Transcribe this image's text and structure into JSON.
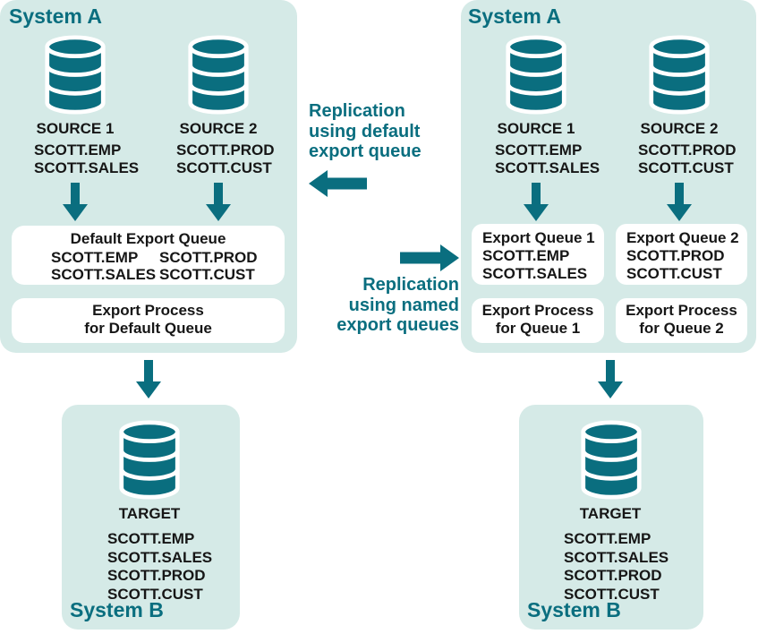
{
  "colors": {
    "teal": "#0a6e7f",
    "panel_bg": "#d5eae7",
    "box_bg": "#ffffff",
    "text_dark": "#161616"
  },
  "icons": {
    "database": "database-cylinder-icon",
    "arrow_down": "block-arrow-down-icon",
    "arrow_left": "block-arrow-left-icon",
    "arrow_right": "block-arrow-right-icon"
  },
  "center": {
    "default_label_lines": [
      "Replication",
      "using default",
      "export queue"
    ],
    "named_label_lines": [
      "Replication",
      "using named",
      "export queues"
    ]
  },
  "left_diagram": {
    "system_a": {
      "label": "System A",
      "sources": [
        {
          "name": "SOURCE 1",
          "tables": [
            "SCOTT.EMP",
            "SCOTT.SALES"
          ]
        },
        {
          "name": "SOURCE 2",
          "tables": [
            "SCOTT.PROD",
            "SCOTT.CUST"
          ]
        }
      ],
      "default_export_queue": {
        "title": "Default Export Queue",
        "column1": [
          "SCOTT.EMP",
          "SCOTT.SALES"
        ],
        "column2": [
          "SCOTT.PROD",
          "SCOTT.CUST"
        ]
      },
      "export_process": [
        "Export Process",
        "for Default Queue"
      ]
    },
    "system_b": {
      "label": "System B",
      "target_name": "TARGET",
      "tables": [
        "SCOTT.EMP",
        "SCOTT.SALES",
        "SCOTT.PROD",
        "SCOTT.CUST"
      ]
    }
  },
  "right_diagram": {
    "system_a": {
      "label": "System A",
      "sources": [
        {
          "name": "SOURCE 1",
          "tables": [
            "SCOTT.EMP",
            "SCOTT.SALES"
          ]
        },
        {
          "name": "SOURCE 2",
          "tables": [
            "SCOTT.PROD",
            "SCOTT.CUST"
          ]
        }
      ],
      "export_queues": [
        {
          "title": "Export Queue 1",
          "tables": [
            "SCOTT.EMP",
            "SCOTT.SALES"
          ]
        },
        {
          "title": "Export Queue 2",
          "tables": [
            "SCOTT.PROD",
            "SCOTT.CUST"
          ]
        }
      ],
      "export_processes": [
        [
          "Export Process",
          "for Queue 1"
        ],
        [
          "Export Process",
          "for Queue 2"
        ]
      ]
    },
    "system_b": {
      "label": "System B",
      "target_name": "TARGET",
      "tables": [
        "SCOTT.EMP",
        "SCOTT.SALES",
        "SCOTT.PROD",
        "SCOTT.CUST"
      ]
    }
  }
}
